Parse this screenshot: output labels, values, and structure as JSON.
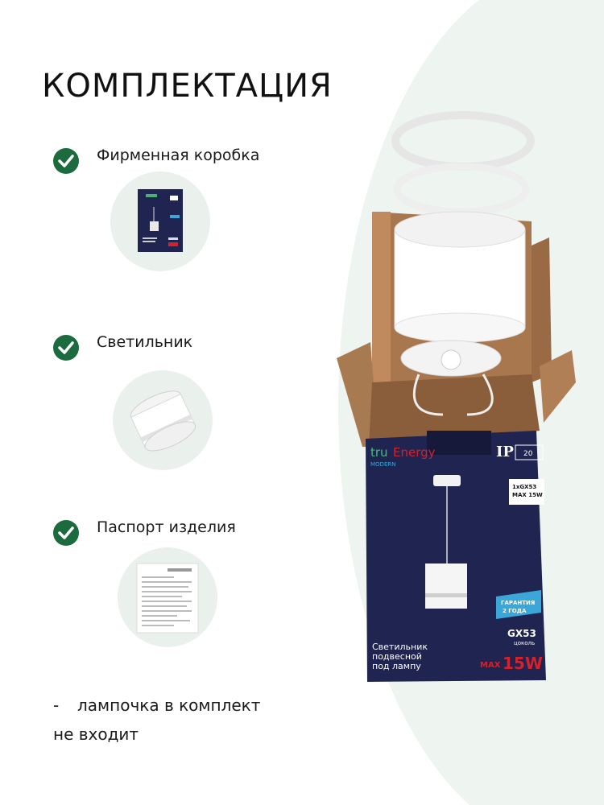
{
  "title": "КОМПЛЕКТАЦИЯ",
  "items": [
    {
      "label": "Фирменная коробка"
    },
    {
      "label": "Светильник"
    },
    {
      "label": "Паспорт изделия"
    }
  ],
  "note": {
    "dash": "-",
    "line1": "лампочка в комплект",
    "line2": "не входит"
  },
  "box": {
    "brand_a": "tru",
    "brand_b": "Energy",
    "brand_sub": "MODERN",
    "ip_label": "IP",
    "ip_value": "20",
    "spec1": "1xGX53",
    "spec2": "MAX 15W",
    "guarantee1": "ГАРАНТИЯ",
    "guarantee2": "2 ГОДА",
    "base": "GX53",
    "base_sub": "цоколь",
    "desc1": "Светильник",
    "desc2": "подвесной",
    "desc3": "под лампу",
    "max_a": "MAX",
    "max_b": "15W"
  },
  "colors": {
    "accent": "#1c6b3f",
    "box_navy": "#1f2450",
    "cardboard": "#b4835a",
    "red": "#d6202a",
    "bg_oval": "#eef4f0"
  }
}
